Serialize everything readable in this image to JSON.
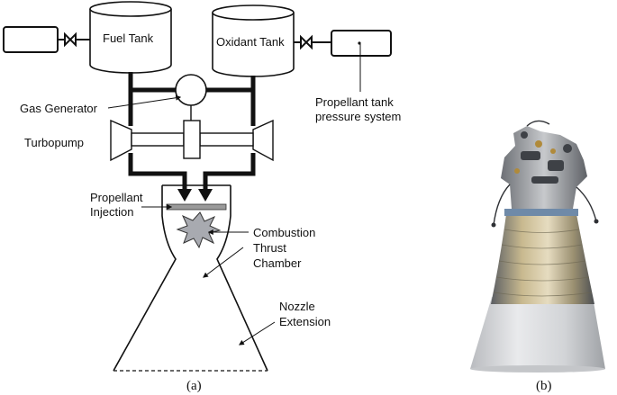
{
  "diagram": {
    "labels": {
      "fuel_tank": "Fuel Tank",
      "oxidant_tank": "Oxidant Tank",
      "gas_generator": "Gas Generator",
      "turbopump": "Turbopump",
      "pressure_line1": "Propellant tank",
      "pressure_line2": "pressure system",
      "injection_line1": "Propellant",
      "injection_line2": "Injection",
      "combustion_line1": "Combustion",
      "combustion_line2": "Thrust",
      "combustion_line3": "Chamber",
      "nozzle_line1": "Nozzle",
      "nozzle_line2": "Extension"
    },
    "captions": {
      "a": "(a)",
      "b": "(b)"
    }
  },
  "colors": {
    "stroke": "#111111",
    "combustion_fill": "#a8aab0",
    "injector_fill": "#9a9a9a",
    "nozzle_grey": "#d8d9dc",
    "engine_metal": "#8a8d92"
  }
}
